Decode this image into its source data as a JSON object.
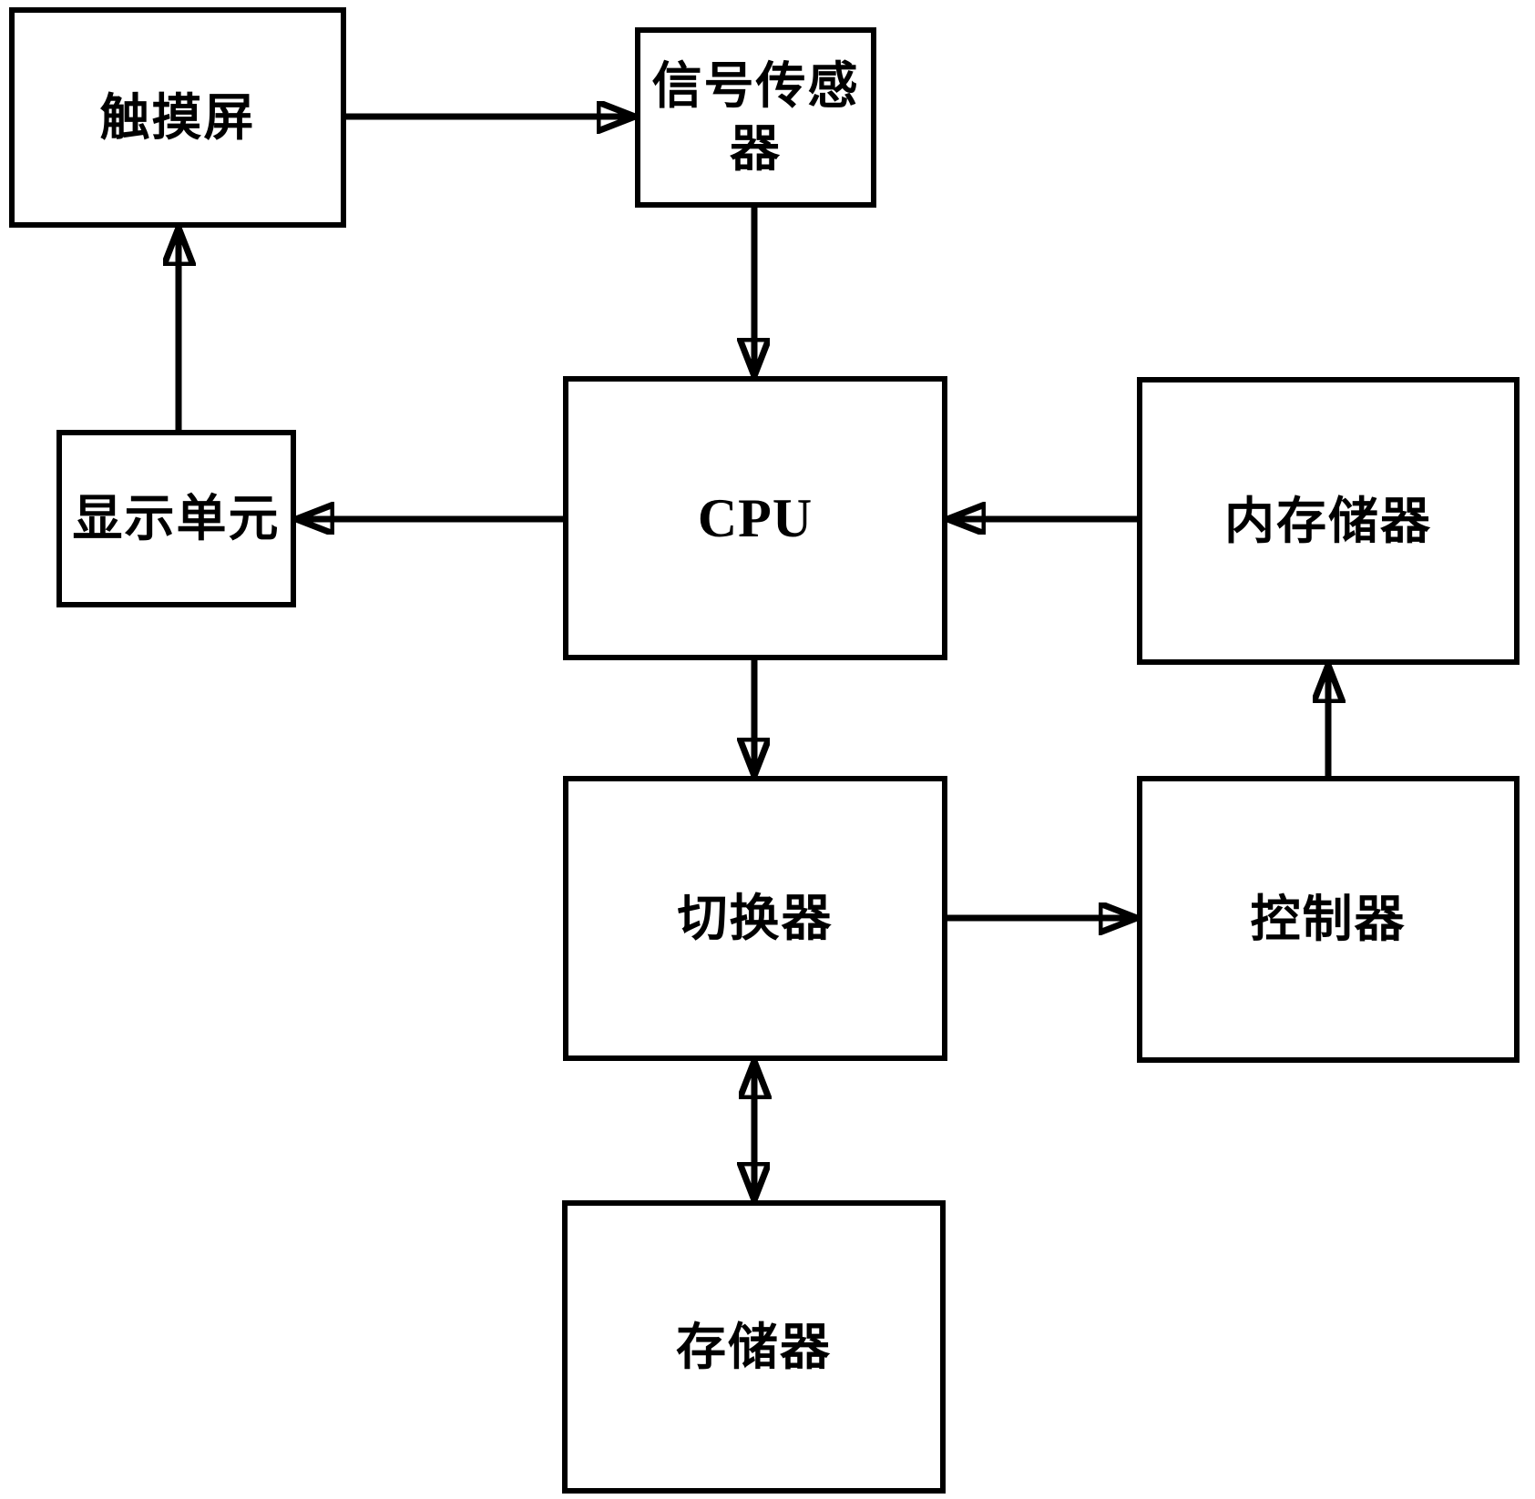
{
  "diagram": {
    "type": "block-diagram",
    "background_color": "#ffffff",
    "line_color": "#000000",
    "text_color": "#000000",
    "nodes": {
      "touch_screen": {
        "label": "触摸屏"
      },
      "signal_sensor": {
        "label": "信号传感器"
      },
      "display_unit": {
        "label": "显示单元"
      },
      "cpu": {
        "label": "CPU"
      },
      "internal_memory": {
        "label": "内存储器"
      },
      "switcher": {
        "label": "切换器"
      },
      "controller": {
        "label": "控制器"
      },
      "memory": {
        "label": "存储器"
      }
    },
    "connections": [
      {
        "from": "touch_screen",
        "to": "signal_sensor",
        "direction": "one-way"
      },
      {
        "from": "signal_sensor",
        "to": "cpu",
        "direction": "one-way"
      },
      {
        "from": "cpu",
        "to": "display_unit",
        "direction": "one-way"
      },
      {
        "from": "display_unit",
        "to": "touch_screen",
        "direction": "one-way"
      },
      {
        "from": "internal_memory",
        "to": "cpu",
        "direction": "one-way"
      },
      {
        "from": "cpu",
        "to": "switcher",
        "direction": "one-way"
      },
      {
        "from": "switcher",
        "to": "controller",
        "direction": "one-way"
      },
      {
        "from": "controller",
        "to": "internal_memory",
        "direction": "one-way"
      },
      {
        "from": "switcher",
        "to": "memory",
        "direction": "two-way"
      }
    ]
  }
}
